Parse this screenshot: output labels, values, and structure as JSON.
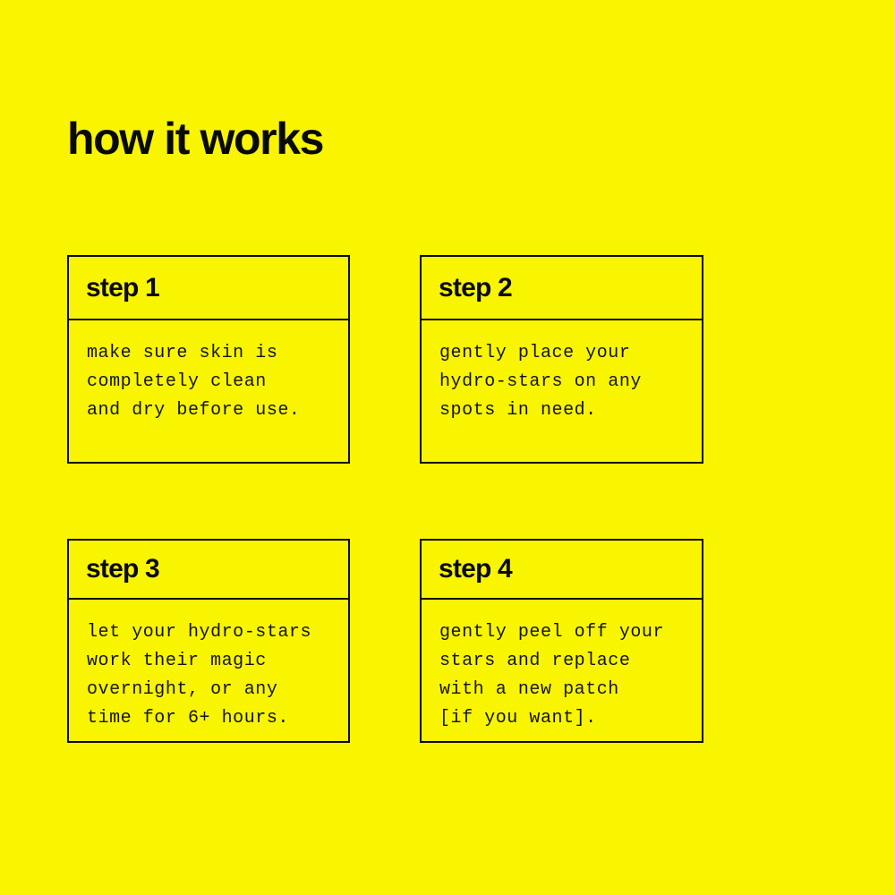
{
  "page": {
    "title": "how it works",
    "background_color": "#F9F500",
    "text_color": "#0A0A05"
  },
  "cards": [
    {
      "header": "step 1",
      "lines": [
        "make sure skin is",
        "completely clean",
        "and dry before use."
      ]
    },
    {
      "header": "step 2",
      "lines": [
        "gently place your",
        "hydro-stars on any",
        "spots in need."
      ]
    },
    {
      "header": "step 3",
      "lines": [
        "let your hydro-stars",
        "work their magic",
        "overnight, or any",
        "time for 6+ hours."
      ]
    },
    {
      "header": "step 4",
      "lines": [
        "gently peel off your",
        "stars and replace",
        "with a new patch",
        "[if you want]."
      ]
    }
  ]
}
